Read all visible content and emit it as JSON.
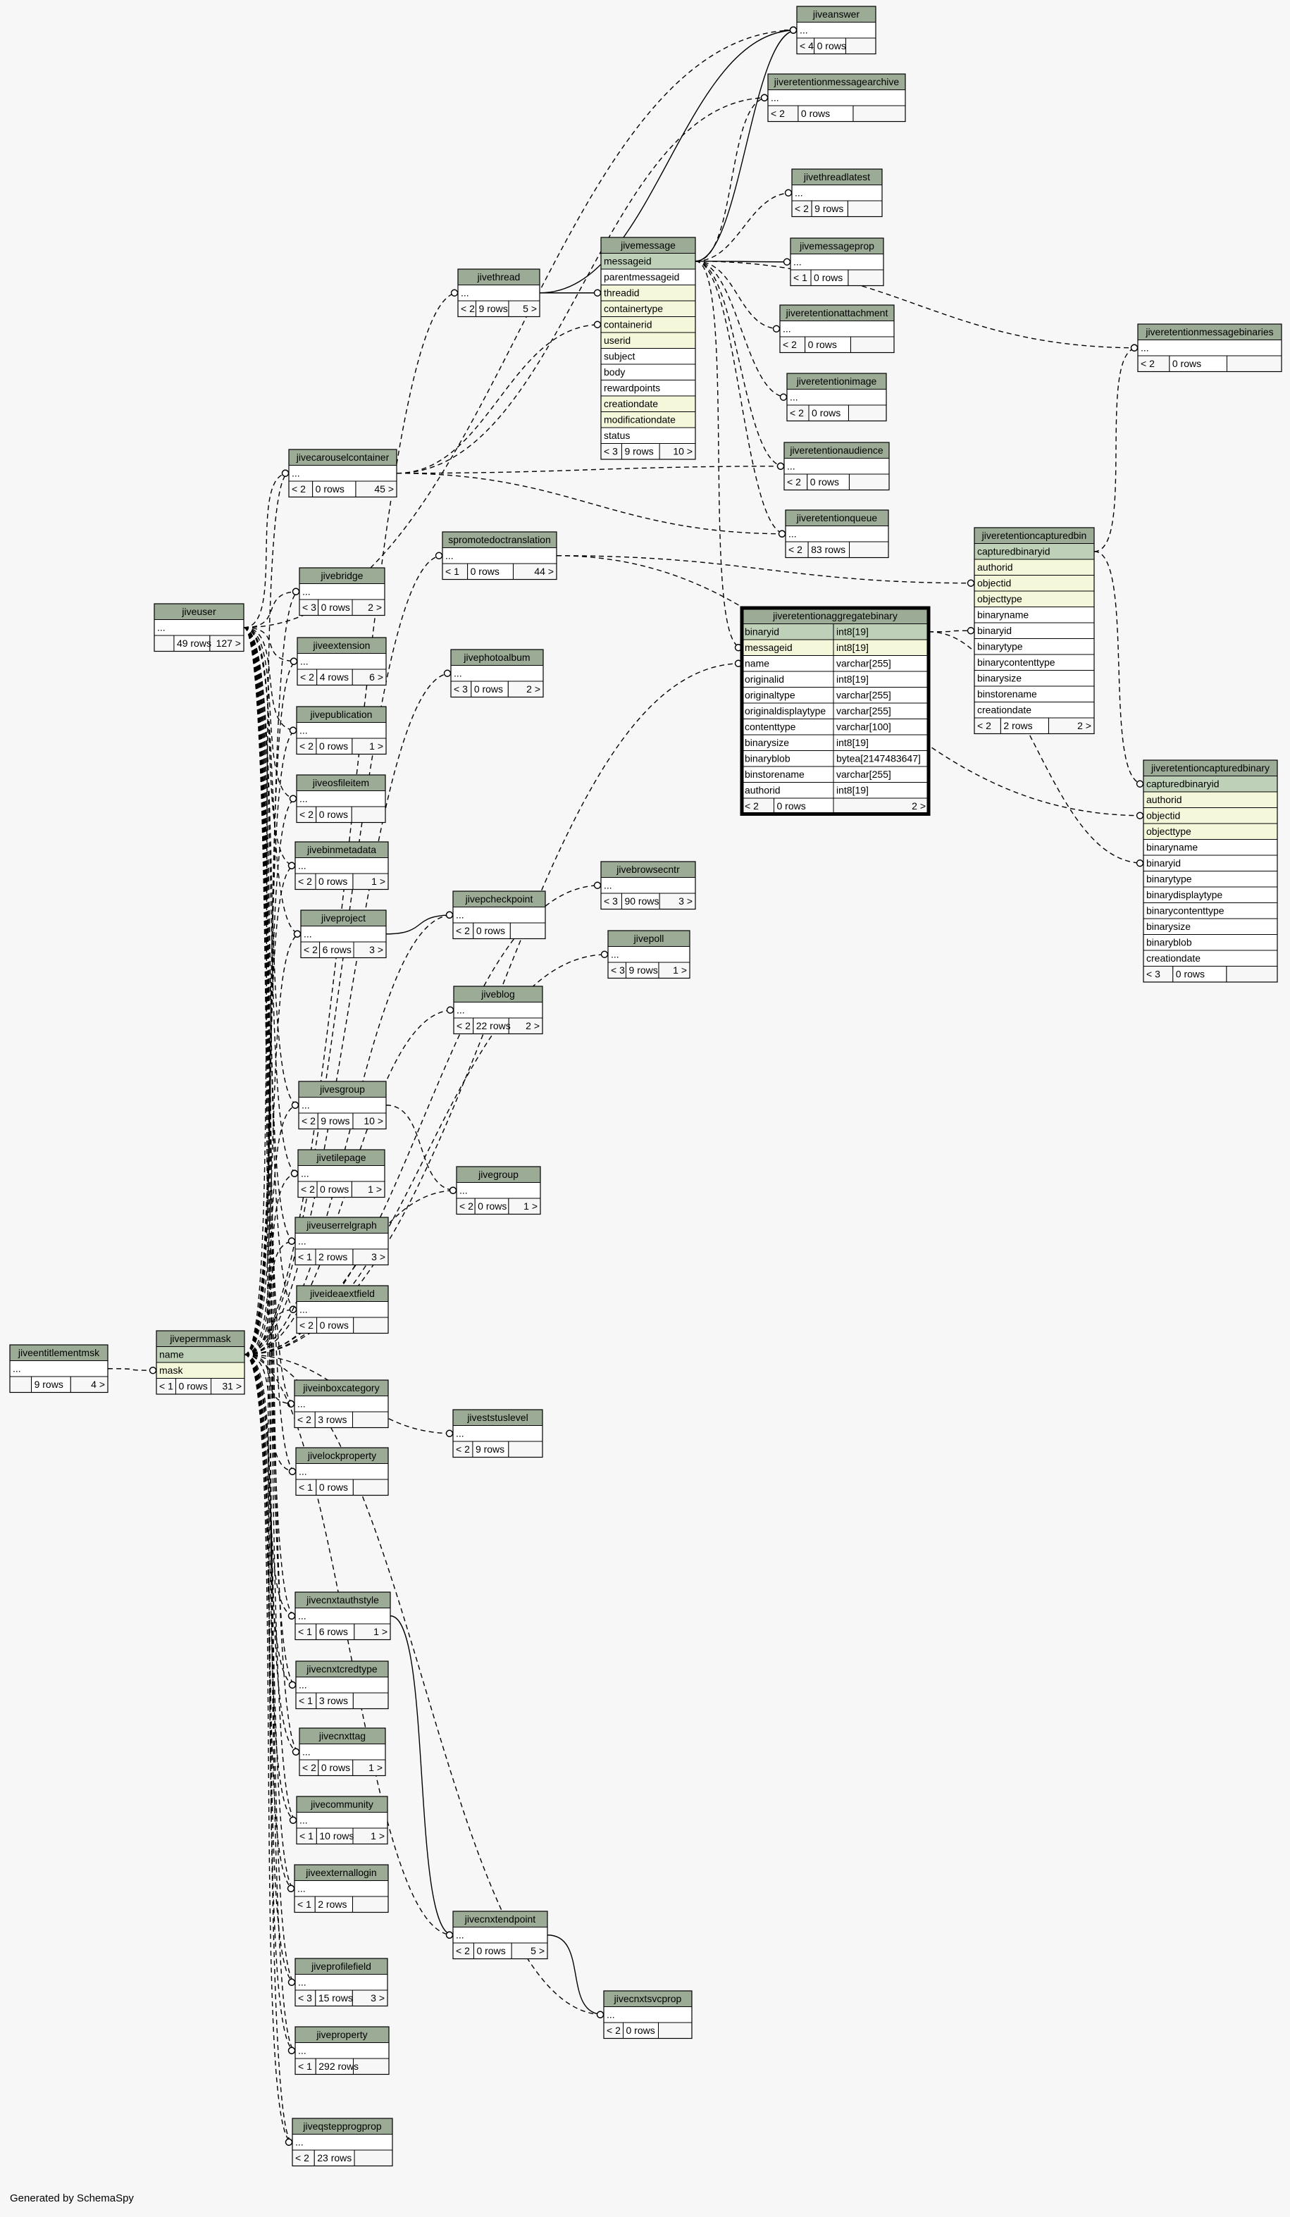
{
  "generated_by": "Generated by SchemaSpy",
  "colors": {
    "background": "#f7f7f7",
    "header": "#9bab96",
    "primary_key": "#bed1b8",
    "foreign_key": "#f4f7da",
    "row": "#ffffff",
    "footer_cell": "#f7f7f7",
    "line": "#000000"
  },
  "tables": [
    {
      "key": "jiveanswer",
      "name": "jiveanswer",
      "rows": [
        {
          "t": "..."
        }
      ],
      "footer": [
        "< 4",
        "0 rows",
        ""
      ]
    },
    {
      "key": "jiveretentionmessagearchive",
      "name": "jiveretentionmessagearchive",
      "rows": [
        {
          "t": "..."
        }
      ],
      "footer": [
        "< 2",
        "0 rows",
        ""
      ]
    },
    {
      "key": "jivethreadlatest",
      "name": "jivethreadlatest",
      "rows": [
        {
          "t": "..."
        }
      ],
      "footer": [
        "< 2",
        "9 rows",
        ""
      ]
    },
    {
      "key": "jivemessageprop",
      "name": "jivemessageprop",
      "rows": [
        {
          "t": "..."
        }
      ],
      "footer": [
        "< 1",
        "0 rows",
        ""
      ]
    },
    {
      "key": "jiveretentionattachment",
      "name": "jiveretentionattachment",
      "rows": [
        {
          "t": "..."
        }
      ],
      "footer": [
        "< 2",
        "0 rows",
        ""
      ]
    },
    {
      "key": "jiveretentionmessagebinaries",
      "name": "jiveretentionmessagebinaries",
      "rows": [
        {
          "t": "..."
        }
      ],
      "footer": [
        "< 2",
        "0 rows",
        ""
      ]
    },
    {
      "key": "jiveretentionimage",
      "name": "jiveretentionimage",
      "rows": [
        {
          "t": "..."
        }
      ],
      "footer": [
        "< 2",
        "0 rows",
        ""
      ]
    },
    {
      "key": "jiveretentionaudience",
      "name": "jiveretentionaudience",
      "rows": [
        {
          "t": "..."
        }
      ],
      "footer": [
        "< 2",
        "0 rows",
        ""
      ]
    },
    {
      "key": "jiveretentionqueue",
      "name": "jiveretentionqueue",
      "rows": [
        {
          "t": "..."
        }
      ],
      "footer": [
        "< 2",
        "83 rows",
        ""
      ]
    },
    {
      "key": "jivethread",
      "name": "jivethread",
      "rows": [
        {
          "t": "..."
        }
      ],
      "footer": [
        "< 2",
        "9 rows",
        "5 >"
      ]
    },
    {
      "key": "jivemessage",
      "name": "jivemessage",
      "rows": [
        {
          "t": "messageid",
          "k": "pk"
        },
        {
          "t": "parentmessageid"
        },
        {
          "t": "threadid",
          "k": "fk"
        },
        {
          "t": "containertype",
          "k": "fk"
        },
        {
          "t": "containerid",
          "k": "fk"
        },
        {
          "t": "userid",
          "k": "fk"
        },
        {
          "t": "subject"
        },
        {
          "t": "body"
        },
        {
          "t": "rewardpoints"
        },
        {
          "t": "creationdate",
          "k": "fk"
        },
        {
          "t": "modificationdate",
          "k": "fk"
        },
        {
          "t": "status"
        }
      ],
      "footer": [
        "< 3",
        "9 rows",
        "10 >"
      ]
    },
    {
      "key": "jivecarouselcontainer",
      "name": "jivecarouselcontainer",
      "rows": [
        {
          "t": "..."
        }
      ],
      "footer": [
        "< 2",
        "0 rows",
        "45 >"
      ]
    },
    {
      "key": "spromotedoctranslation",
      "name": "spromotedoctranslation",
      "rows": [
        {
          "t": "..."
        }
      ],
      "footer": [
        "< 1",
        "0 rows",
        "44 >"
      ]
    },
    {
      "key": "jiveretentioncapturedbin",
      "name": "jiveretentioncapturedbin",
      "rows": [
        {
          "t": "capturedbinaryid",
          "k": "pk"
        },
        {
          "t": "authorid",
          "k": "fk"
        },
        {
          "t": "objectid",
          "k": "fk"
        },
        {
          "t": "objecttype",
          "k": "fk"
        },
        {
          "t": "binaryname"
        },
        {
          "t": "binaryid"
        },
        {
          "t": "binarytype"
        },
        {
          "t": "binarycontenttype"
        },
        {
          "t": "binarysize"
        },
        {
          "t": "binstorename"
        },
        {
          "t": "creationdate"
        }
      ],
      "footer": [
        "< 2",
        "2 rows",
        "2 >"
      ]
    },
    {
      "key": "jiveretentionaggregatebinary",
      "name": "jiveretentionaggregatebinary",
      "bold": true,
      "rows": [
        {
          "t": "binaryid",
          "ty": "int8[19]",
          "k": "pk"
        },
        {
          "t": "messageid",
          "ty": "int8[19]",
          "k": "fk"
        },
        {
          "t": "name",
          "ty": "varchar[255]"
        },
        {
          "t": "originalid",
          "ty": "int8[19]"
        },
        {
          "t": "originaltype",
          "ty": "varchar[255]"
        },
        {
          "t": "originaldisplaytype",
          "ty": "varchar[255]"
        },
        {
          "t": "contenttype",
          "ty": "varchar[100]"
        },
        {
          "t": "binarysize",
          "ty": "int8[19]"
        },
        {
          "t": "binaryblob",
          "ty": "bytea[2147483647]"
        },
        {
          "t": "binstorename",
          "ty": "varchar[255]"
        },
        {
          "t": "authorid",
          "ty": "int8[19]"
        }
      ],
      "footer": [
        "< 2",
        "0 rows",
        "2 >"
      ]
    },
    {
      "key": "jiveretentioncapturedbinary",
      "name": "jiveretentioncapturedbinary",
      "rows": [
        {
          "t": "capturedbinaryid",
          "k": "pk"
        },
        {
          "t": "authorid",
          "k": "fk"
        },
        {
          "t": "objectid",
          "k": "fk"
        },
        {
          "t": "objecttype",
          "k": "fk"
        },
        {
          "t": "binaryname"
        },
        {
          "t": "binaryid"
        },
        {
          "t": "binarytype"
        },
        {
          "t": "binarydisplaytype"
        },
        {
          "t": "binarycontenttype"
        },
        {
          "t": "binarysize"
        },
        {
          "t": "binaryblob"
        },
        {
          "t": "creationdate"
        }
      ],
      "footer": [
        "< 3",
        "0 rows",
        ""
      ]
    },
    {
      "key": "jiveuser",
      "name": "jiveuser",
      "rows": [
        {
          "t": "..."
        }
      ],
      "footer": [
        "",
        "49 rows",
        "127 >"
      ]
    },
    {
      "key": "jivebridge",
      "name": "jivebridge",
      "rows": [
        {
          "t": "..."
        }
      ],
      "footer": [
        "< 3",
        "0 rows",
        "2 >"
      ]
    },
    {
      "key": "jiveextension",
      "name": "jiveextension",
      "rows": [
        {
          "t": "..."
        }
      ],
      "footer": [
        "< 2",
        "4 rows",
        "6 >"
      ]
    },
    {
      "key": "jivepublication",
      "name": "jivepublication",
      "rows": [
        {
          "t": "..."
        }
      ],
      "footer": [
        "< 2",
        "0 rows",
        "1 >"
      ]
    },
    {
      "key": "jiveosfileitem",
      "name": "jiveosfileitem",
      "rows": [
        {
          "t": "..."
        }
      ],
      "footer": [
        "< 2",
        "0 rows",
        ""
      ]
    },
    {
      "key": "jivebinmetadata",
      "name": "jivebinmetadata",
      "rows": [
        {
          "t": "..."
        }
      ],
      "footer": [
        "< 2",
        "0 rows",
        "1 >"
      ]
    },
    {
      "key": "jiveproject",
      "name": "jiveproject",
      "rows": [
        {
          "t": "..."
        }
      ],
      "footer": [
        "< 2",
        "6 rows",
        "3 >"
      ]
    },
    {
      "key": "jivephotoalbum",
      "name": "jivephotoalbum",
      "rows": [
        {
          "t": "..."
        }
      ],
      "footer": [
        "< 3",
        "0 rows",
        "2 >"
      ]
    },
    {
      "key": "jivebrowsecntr",
      "name": "jivebrowsecntr",
      "rows": [
        {
          "t": "..."
        }
      ],
      "footer": [
        "< 3",
        "90 rows",
        "3 >"
      ]
    },
    {
      "key": "jivepcheckpoint",
      "name": "jivepcheckpoint",
      "rows": [
        {
          "t": "..."
        }
      ],
      "footer": [
        "< 2",
        "0 rows",
        ""
      ]
    },
    {
      "key": "jivepoll",
      "name": "jivepoll",
      "rows": [
        {
          "t": "..."
        }
      ],
      "footer": [
        "< 3",
        "9 rows",
        "1 >"
      ]
    },
    {
      "key": "jiveblog",
      "name": "jiveblog",
      "rows": [
        {
          "t": "..."
        }
      ],
      "footer": [
        "< 2",
        "22 rows",
        "2 >"
      ]
    },
    {
      "key": "jivesgroup",
      "name": "jivesgroup",
      "rows": [
        {
          "t": "..."
        }
      ],
      "footer": [
        "< 2",
        "9 rows",
        "10 >"
      ]
    },
    {
      "key": "jivegroup",
      "name": "jivegroup",
      "rows": [
        {
          "t": "..."
        }
      ],
      "footer": [
        "< 2",
        "0 rows",
        "1 >"
      ]
    },
    {
      "key": "jivetilepage",
      "name": "jivetilepage",
      "rows": [
        {
          "t": "..."
        }
      ],
      "footer": [
        "< 2",
        "0 rows",
        "1 >"
      ]
    },
    {
      "key": "jiveuserrelgraph",
      "name": "jiveuserrelgraph",
      "rows": [
        {
          "t": "..."
        }
      ],
      "footer": [
        "< 1",
        "2 rows",
        "3 >"
      ]
    },
    {
      "key": "jiveideaextfield",
      "name": "jiveideaextfield",
      "rows": [
        {
          "t": "..."
        }
      ],
      "footer": [
        "< 2",
        "0 rows",
        ""
      ]
    },
    {
      "key": "jiveentitlementmsk",
      "name": "jiveentitlementmsk",
      "rows": [
        {
          "t": "..."
        }
      ],
      "footer": [
        "",
        "9 rows",
        "4 >"
      ]
    },
    {
      "key": "jivepermmask",
      "name": "jivepermmask",
      "rows": [
        {
          "t": "name",
          "k": "pk"
        },
        {
          "t": "mask",
          "k": "fk"
        }
      ],
      "footer": [
        "< 1",
        "0 rows",
        "31 >"
      ]
    },
    {
      "key": "jiveinboxcategory",
      "name": "jiveinboxcategory",
      "rows": [
        {
          "t": "..."
        }
      ],
      "footer": [
        "< 2",
        "3 rows",
        ""
      ]
    },
    {
      "key": "jivelockproperty",
      "name": "jivelockproperty",
      "rows": [
        {
          "t": "..."
        }
      ],
      "footer": [
        "< 1",
        "0 rows",
        ""
      ]
    },
    {
      "key": "jiveststuslevel",
      "name": "jiveststuslevel",
      "rows": [
        {
          "t": "..."
        }
      ],
      "footer": [
        "< 2",
        "9 rows",
        ""
      ]
    },
    {
      "key": "jivecnxtauthstyle",
      "name": "jivecnxtauthstyle",
      "rows": [
        {
          "t": "..."
        }
      ],
      "footer": [
        "< 1",
        "6 rows",
        "1 >"
      ]
    },
    {
      "key": "jivecnxtcredtype",
      "name": "jivecnxtcredtype",
      "rows": [
        {
          "t": "..."
        }
      ],
      "footer": [
        "< 1",
        "3 rows",
        ""
      ]
    },
    {
      "key": "jivecnxttag",
      "name": "jivecnxttag",
      "rows": [
        {
          "t": "..."
        }
      ],
      "footer": [
        "< 2",
        "0 rows",
        "1 >"
      ]
    },
    {
      "key": "jivecommunity",
      "name": "jivecommunity",
      "rows": [
        {
          "t": "..."
        }
      ],
      "footer": [
        "< 1",
        "10 rows",
        "1 >"
      ]
    },
    {
      "key": "jiveexternallogin",
      "name": "jiveexternallogin",
      "rows": [
        {
          "t": "..."
        }
      ],
      "footer": [
        "< 1",
        "2 rows",
        ""
      ]
    },
    {
      "key": "jivecnxtendpoint",
      "name": "jivecnxtendpoint",
      "rows": [
        {
          "t": "..."
        }
      ],
      "footer": [
        "< 2",
        "0 rows",
        "5 >"
      ]
    },
    {
      "key": "jiveprofilefield",
      "name": "jiveprofilefield",
      "rows": [
        {
          "t": "..."
        }
      ],
      "footer": [
        "< 3",
        "15 rows",
        "3 >"
      ]
    },
    {
      "key": "jivecnxtsvcprop",
      "name": "jivecnxtsvcprop",
      "rows": [
        {
          "t": "..."
        }
      ],
      "footer": [
        "< 2",
        "0 rows",
        ""
      ]
    },
    {
      "key": "jiveproperty",
      "name": "jiveproperty",
      "rows": [
        {
          "t": "..."
        }
      ],
      "footer": [
        "< 1",
        "292 rows",
        ""
      ]
    },
    {
      "key": "jiveqstepprogprop",
      "name": "jiveqstepprogprop",
      "rows": [
        {
          "t": "..."
        }
      ],
      "footer": [
        "< 2",
        "23 rows",
        ""
      ]
    }
  ]
}
